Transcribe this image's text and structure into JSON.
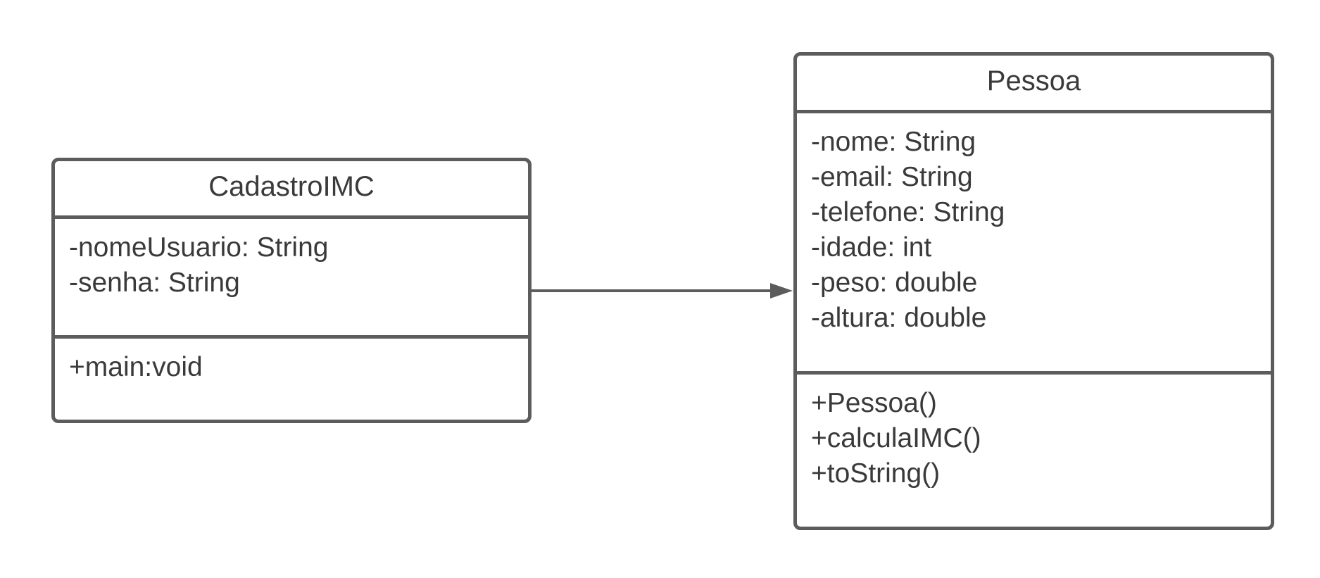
{
  "diagram": {
    "classes": [
      {
        "id": "cadastro",
        "name": "CadastroIMC",
        "attributes": [
          "-nomeUsuario: String",
          "-senha: String"
        ],
        "operations": [
          "+main:void"
        ]
      },
      {
        "id": "pessoa",
        "name": "Pessoa",
        "attributes": [
          "-nome: String",
          "-email: String",
          "-telefone: String",
          "-idade: int",
          "-peso: double",
          "-altura: double"
        ],
        "operations": [
          "+Pessoa()",
          "+calculaIMC()",
          "+toString()"
        ]
      }
    ],
    "association": {
      "from": "CadastroIMC",
      "to": "Pessoa",
      "type": "directed-association"
    },
    "colors": {
      "stroke": "#5c5c5c",
      "text": "#3a3a3a",
      "background": "#ffffff"
    }
  }
}
